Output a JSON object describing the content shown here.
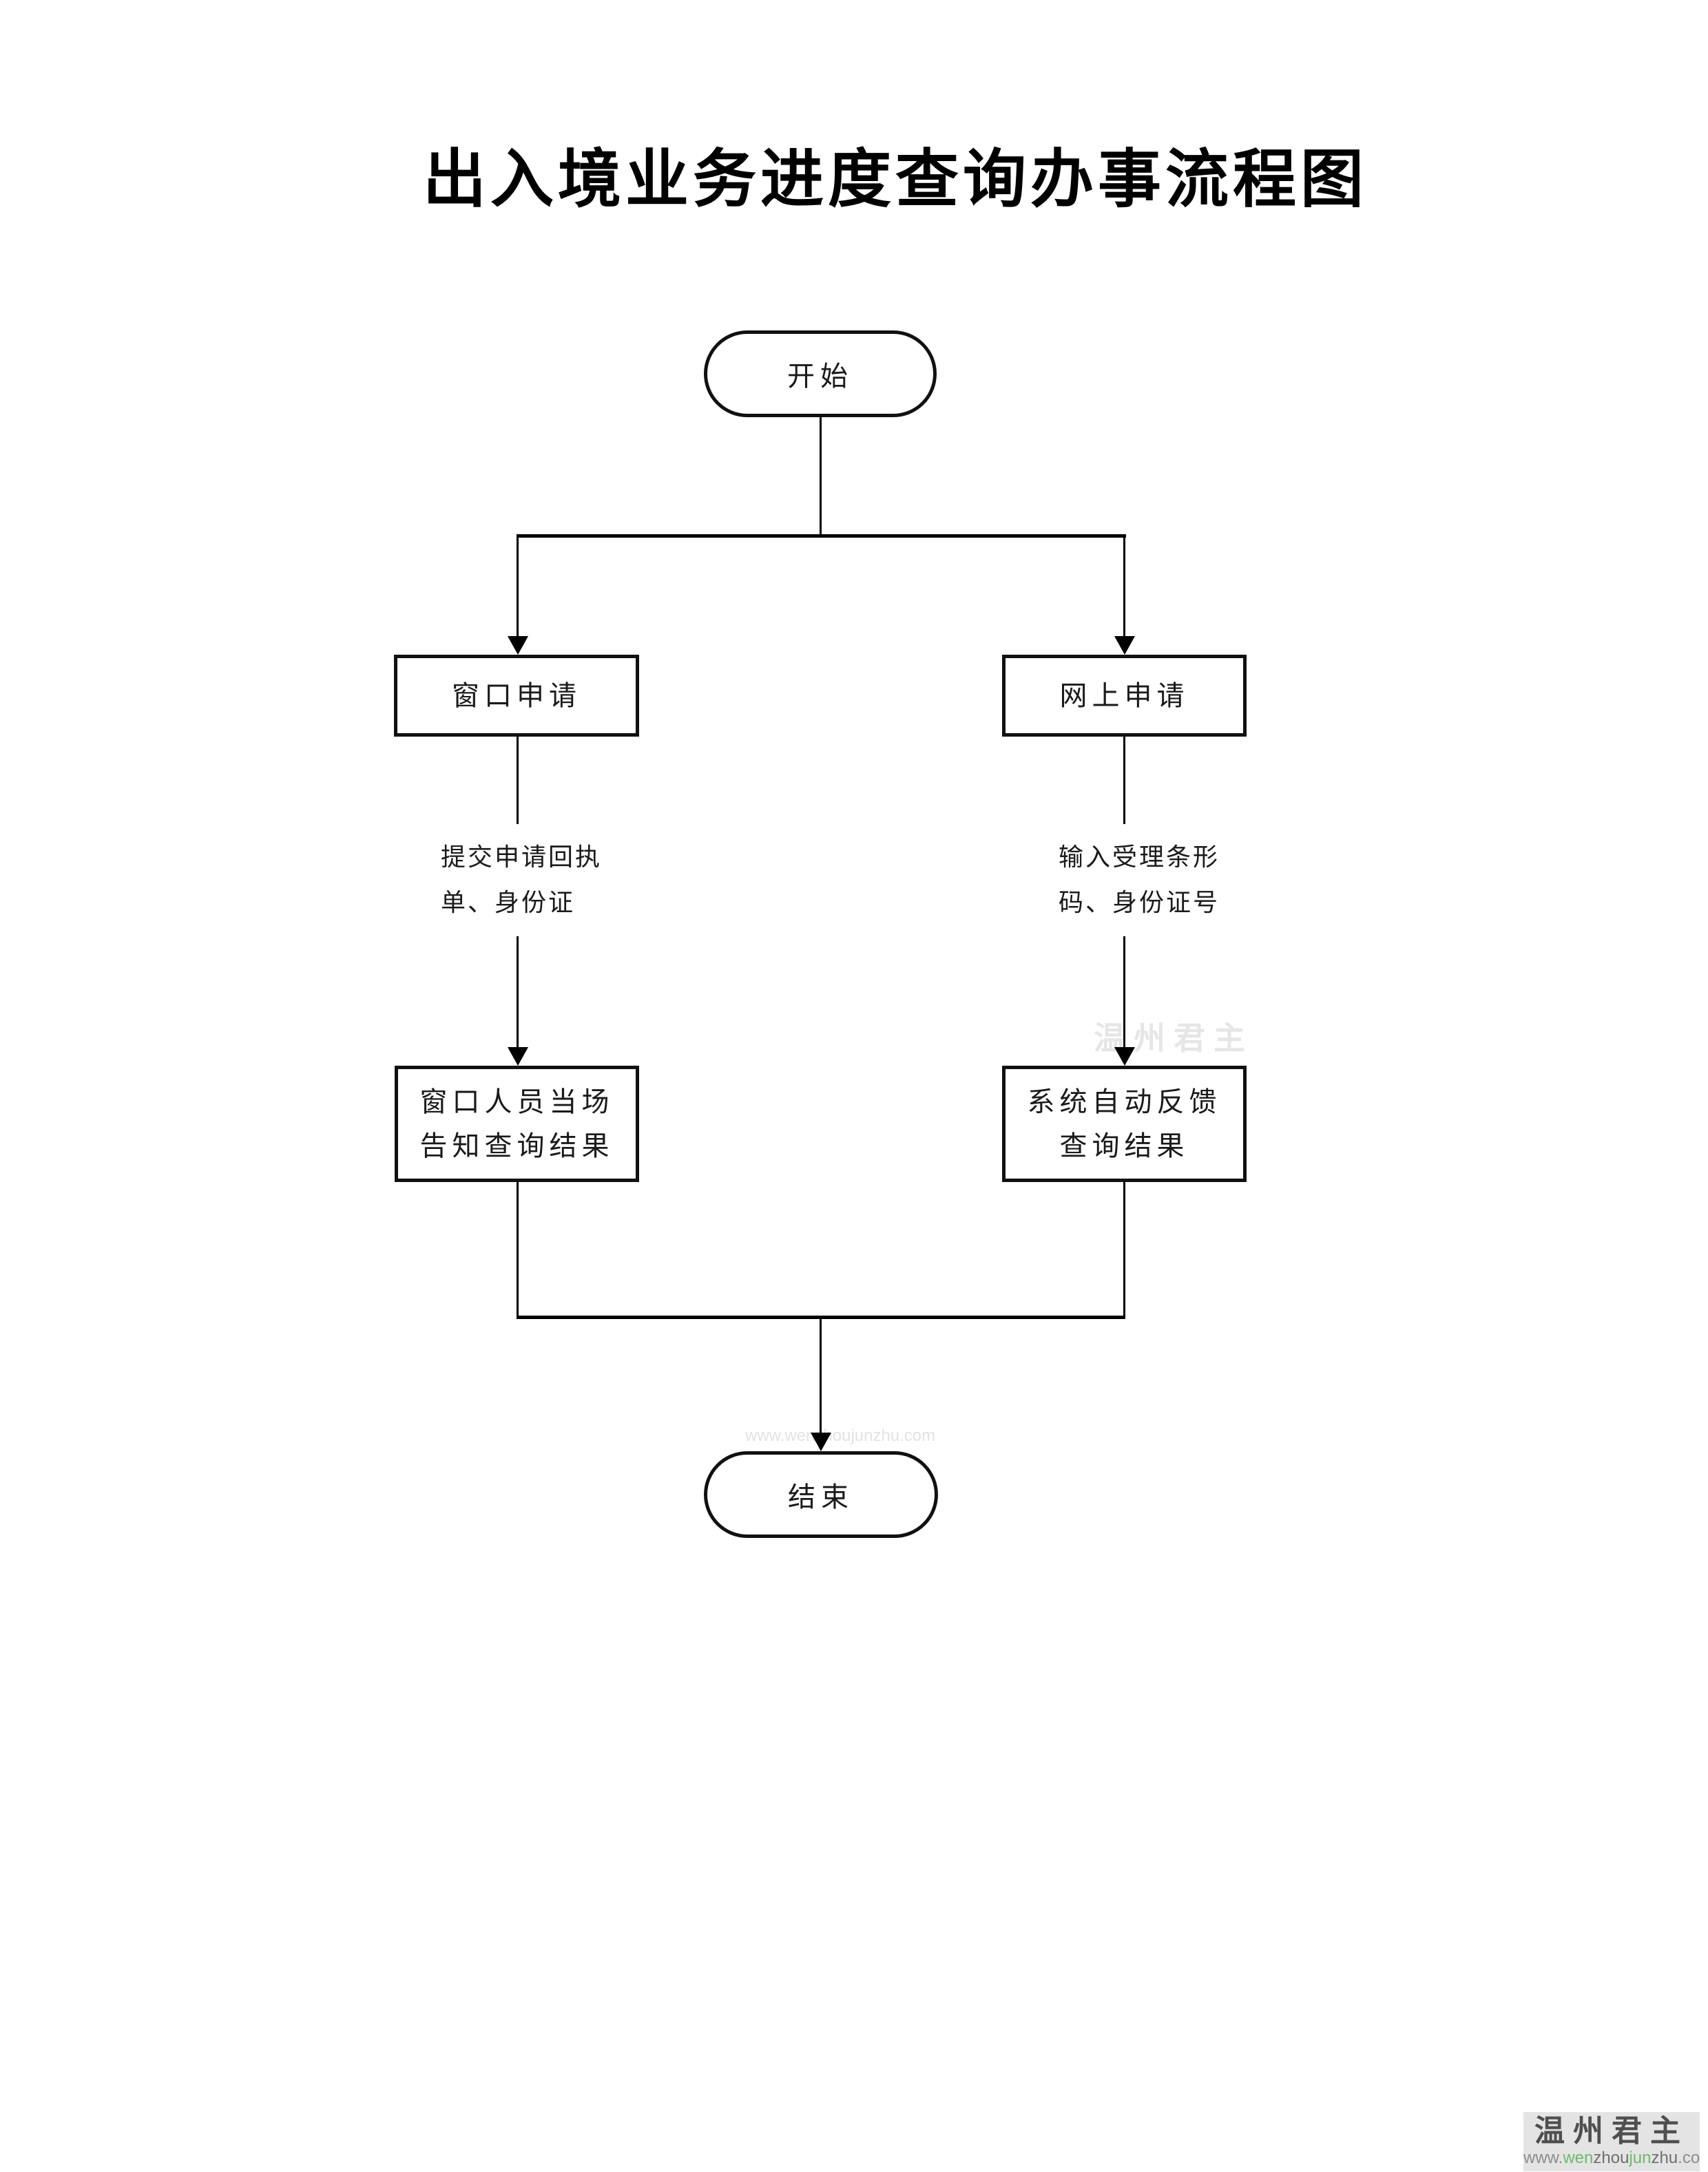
{
  "title": "出入境业务进度查询办事流程图",
  "flowchart": {
    "start_label": "开始",
    "end_label": "结束",
    "left_branch": {
      "apply_box": "窗口申请",
      "note_line1": "提交申请回执",
      "note_line2": "单、身份证",
      "result_line1": "窗口人员当场",
      "result_line2": "告知查询结果"
    },
    "right_branch": {
      "apply_box": "网上申请",
      "note_line1": "输入受理条形",
      "note_line2": "码、身份证号",
      "result_line1": "系统自动反馈",
      "result_line2": "查询结果"
    }
  },
  "watermark": {
    "brand": "温州君主",
    "brand_color": "#4f4f4f",
    "bg_color": "#e4e4e4",
    "url_segments": [
      {
        "text": "www.",
        "color": "#8d8d8d"
      },
      {
        "text": "wen",
        "color": "#6cba6d"
      },
      {
        "text": "zhou",
        "color": "#6f6f6f"
      },
      {
        "text": "jun",
        "color": "#6cba6d"
      },
      {
        "text": "zhu",
        "color": "#6f6f6f"
      },
      {
        "text": ".com",
        "color": "#8d8d8d"
      }
    ]
  },
  "colors": {
    "line": "#000000",
    "shape_border": "#111111",
    "background": "#ffffff"
  }
}
